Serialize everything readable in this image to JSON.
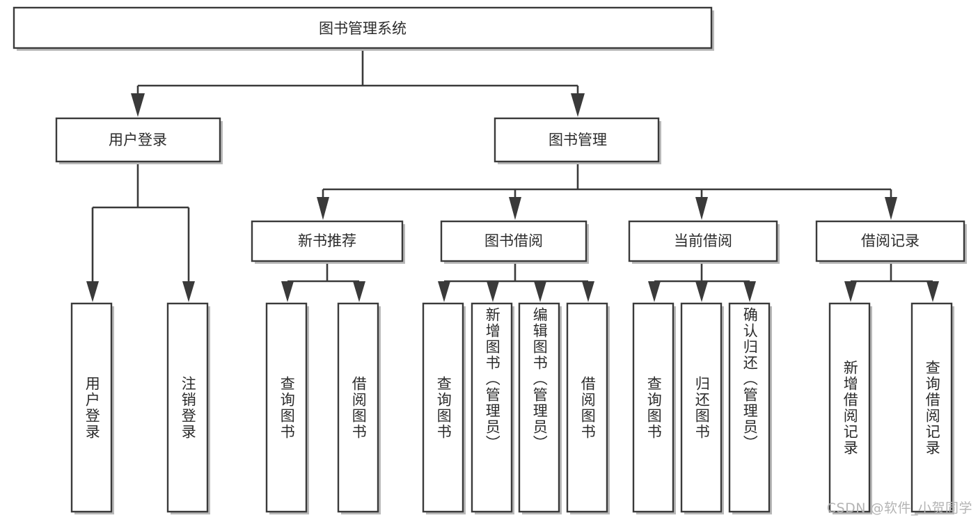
{
  "diagram": {
    "type": "tree-hierarchy",
    "root": {
      "id": "root",
      "label": "图书管理系统"
    },
    "level2": [
      {
        "id": "user-login",
        "label": "用户登录"
      },
      {
        "id": "book-manage",
        "label": "图书管理"
      }
    ],
    "level3": [
      {
        "id": "new-book-recommend",
        "label": "新书推荐",
        "parent": "book-manage"
      },
      {
        "id": "book-borrow",
        "label": "图书借阅",
        "parent": "book-manage"
      },
      {
        "id": "current-borrow",
        "label": "当前借阅",
        "parent": "book-manage"
      },
      {
        "id": "borrow-record",
        "label": "借阅记录",
        "parent": "book-manage"
      }
    ],
    "leaves": {
      "user_login": [
        {
          "id": "leaf-user-login",
          "label": "用户登录"
        },
        {
          "id": "leaf-user-logout",
          "label": "注销登录"
        }
      ],
      "new_book_recommend": [
        {
          "id": "leaf-query-book-1",
          "label": "查询图书"
        },
        {
          "id": "leaf-borrow-book-1",
          "label": "借阅图书"
        }
      ],
      "book_borrow": [
        {
          "id": "leaf-query-book-2",
          "label": "查询图书"
        },
        {
          "id": "leaf-add-book",
          "label": "新增图书（管理员）"
        },
        {
          "id": "leaf-edit-book",
          "label": "编辑图书（管理员）"
        },
        {
          "id": "leaf-borrow-book-2",
          "label": "借阅图书"
        }
      ],
      "current_borrow": [
        {
          "id": "leaf-query-book-3",
          "label": "查询图书"
        },
        {
          "id": "leaf-return-book",
          "label": "归还图书"
        },
        {
          "id": "leaf-confirm-return",
          "label": "确认归还（管理员）"
        }
      ],
      "borrow_record": [
        {
          "id": "leaf-add-record",
          "label": "新增借阅记录"
        },
        {
          "id": "leaf-query-record",
          "label": "查询借阅记录"
        }
      ]
    }
  },
  "watermark": {
    "text": "CSDN @软件_小贺同学"
  },
  "colors": {
    "stroke": "#3a3a3a",
    "fill": "#ffffff",
    "text": "#2b2b2b",
    "watermark": "#b4b4b4",
    "shadow": "#b9b9b9"
  }
}
